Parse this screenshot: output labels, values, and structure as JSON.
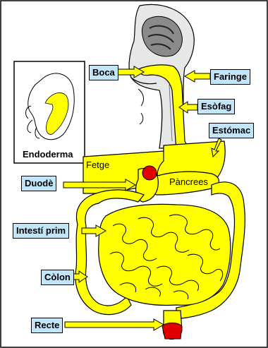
{
  "inset": {
    "caption": "Endoderma"
  },
  "organs": {
    "liver": "Fetge",
    "pancreas": "Pàncrees"
  },
  "labels": {
    "boca": "Boca",
    "faringe": "Faringe",
    "esofag": "Esòfag",
    "estomac": "Estómac",
    "duode": "Duodè",
    "intesti_prim": "Intestí prim",
    "colon": "Còlon",
    "recte": "Recte"
  },
  "colors": {
    "organ": "#ffff00",
    "label_box": "#bfe6fb",
    "rectum_end": "#e00000",
    "duodenum_papilla": "#e00000",
    "arrow": "#ffff00",
    "outline": "#000000"
  }
}
